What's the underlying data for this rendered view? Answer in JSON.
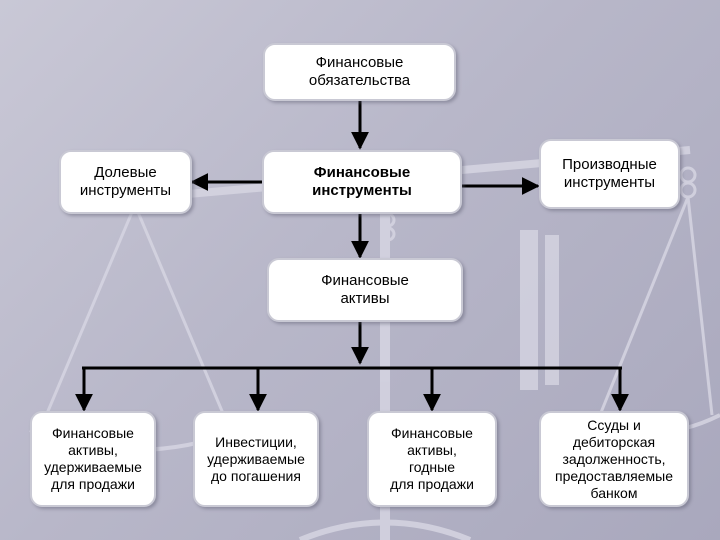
{
  "nodes": {
    "liabilities": "Финансовые\nобязательства",
    "equity": "Долевые\nинструменты",
    "instruments": "Финансовые\nинструменты",
    "derivatives": "Производные\nинструменты",
    "assets": "Финансовые\nактивы",
    "held_for_trading": "Финансовые\nактивы,\nудерживаемые\nдля продажи",
    "held_to_maturity": "Инвестиции,\nудерживаемые\nдо погашения",
    "available_for_sale": "Финансовые\nактивы,\nгодные\nдля продажи",
    "loans_receivables": "Ссуды и\nдебиторская\nзадолженность,\nпредоставляемые\nбанком"
  },
  "colors": {
    "background": "#b8b7c9",
    "box_fill": "#ffffff",
    "box_border": "#c9c9d4",
    "connector": "#000000",
    "scales_watermark": "#d9d8e4"
  },
  "icons": [
    "scales-watermark-icon"
  ]
}
